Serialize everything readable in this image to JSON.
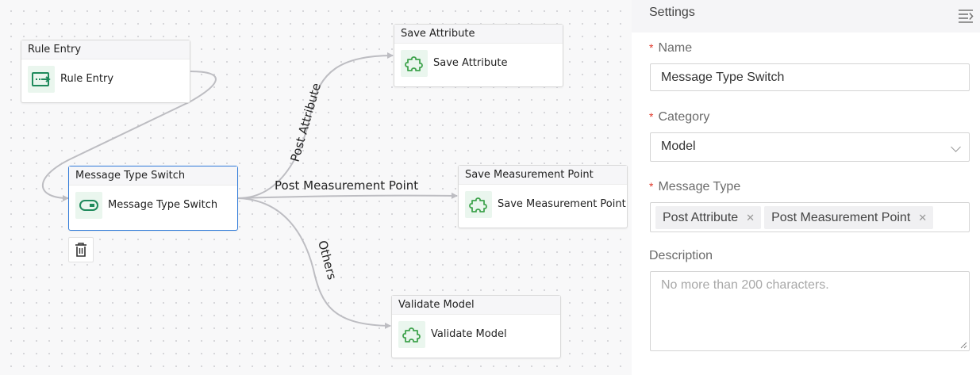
{
  "canvas": {
    "nodes": {
      "rule_entry": {
        "title": "Rule Entry",
        "label": "Rule Entry",
        "icon": "login-icon"
      },
      "message_type_switch": {
        "title": "Message Type Switch",
        "label": "Message Type Switch",
        "icon": "switch-icon",
        "selected": true
      },
      "save_attribute": {
        "title": "Save Attribute",
        "label": "Save Attribute",
        "icon": "puzzle-icon"
      },
      "save_measurement_point": {
        "title": "Save Measurement Point",
        "label": "Save Measurement Point",
        "icon": "puzzle-icon"
      },
      "validate_model": {
        "title": "Validate Model",
        "label": "Validate Model",
        "icon": "puzzle-icon"
      }
    },
    "edges": {
      "post_attribute": "Post Attribute",
      "post_measurement_point": "Post Measurement Point",
      "others": "Others"
    },
    "delete_icon": "trash-icon"
  },
  "settings": {
    "title": "Settings",
    "menu_icon": "collapse-menu-icon",
    "name": {
      "label": "Name",
      "value": "Message Type Switch"
    },
    "category": {
      "label": "Category",
      "value": "Model"
    },
    "message_type": {
      "label": "Message Type",
      "tags": [
        "Post Attribute",
        "Post Measurement Point"
      ]
    },
    "description": {
      "label": "Description",
      "placeholder": "No more than 200 characters."
    }
  },
  "colors": {
    "accent_green": "#3fa34d",
    "selected_border": "#2f7ad9",
    "required_mark": "#e0392b",
    "edge": "#bdbdc2"
  }
}
